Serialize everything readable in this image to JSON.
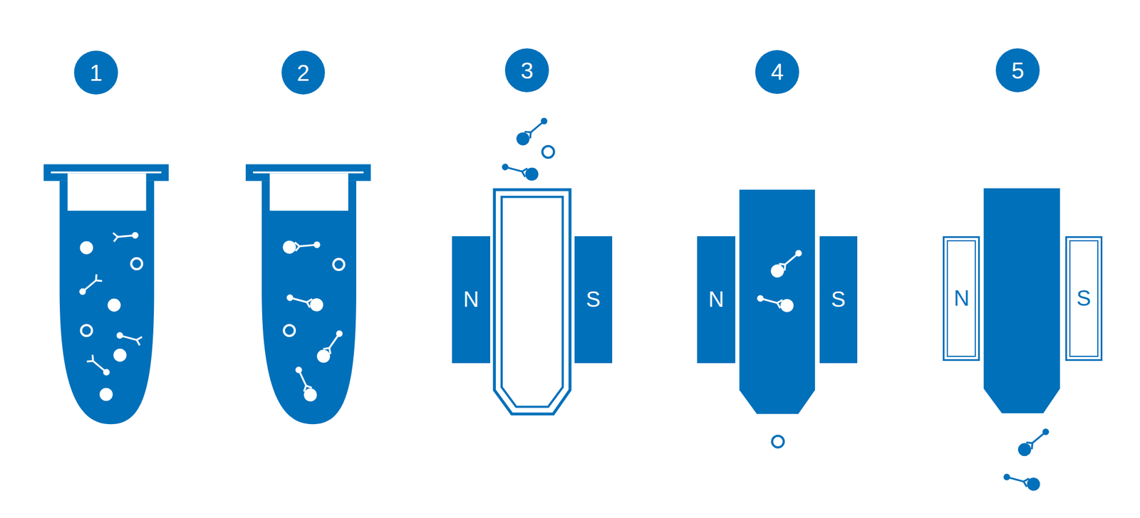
{
  "diagram": {
    "nodes": [
      {
        "text": [
          "1"
        ]
      },
      {
        "text": [
          "2"
        ]
      },
      {
        "text": [
          "3"
        ]
      },
      {
        "text": [
          "4"
        ]
      },
      {
        "text": [
          "5"
        ]
      },
      {
        "text": [
          "N"
        ]
      },
      {
        "text": [
          "S"
        ]
      },
      {
        "text": [
          "N"
        ]
      },
      {
        "text": [
          "S"
        ]
      },
      {
        "text": [
          "N"
        ]
      },
      {
        "text": [
          "S"
        ]
      }
    ]
  }
}
